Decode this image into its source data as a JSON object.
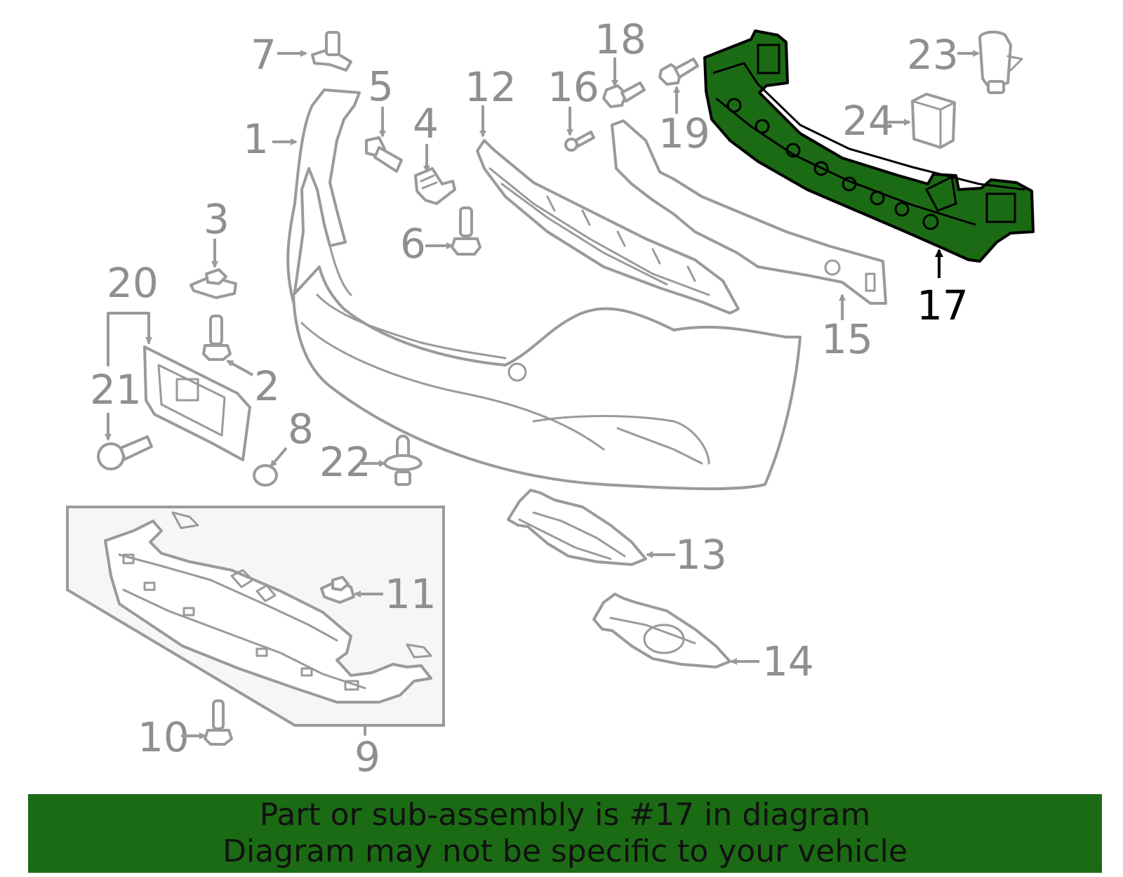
{
  "highlight_color": "#1b6b14",
  "highlighted_part": "17",
  "labels": {
    "p1": "1",
    "p2": "2",
    "p3": "3",
    "p4": "4",
    "p5": "5",
    "p6": "6",
    "p7": "7",
    "p8": "8",
    "p9": "9",
    "p10": "10",
    "p11": "11",
    "p12": "12",
    "p13": "13",
    "p14": "14",
    "p15": "15",
    "p16": "16",
    "p17": "17",
    "p18": "18",
    "p19": "19",
    "p20": "20",
    "p21": "21",
    "p22": "22",
    "p23": "23",
    "p24": "24"
  },
  "banner": {
    "line1": "Part or sub-assembly is #17 in diagram",
    "line2": "Diagram may not be specific to your vehicle"
  }
}
